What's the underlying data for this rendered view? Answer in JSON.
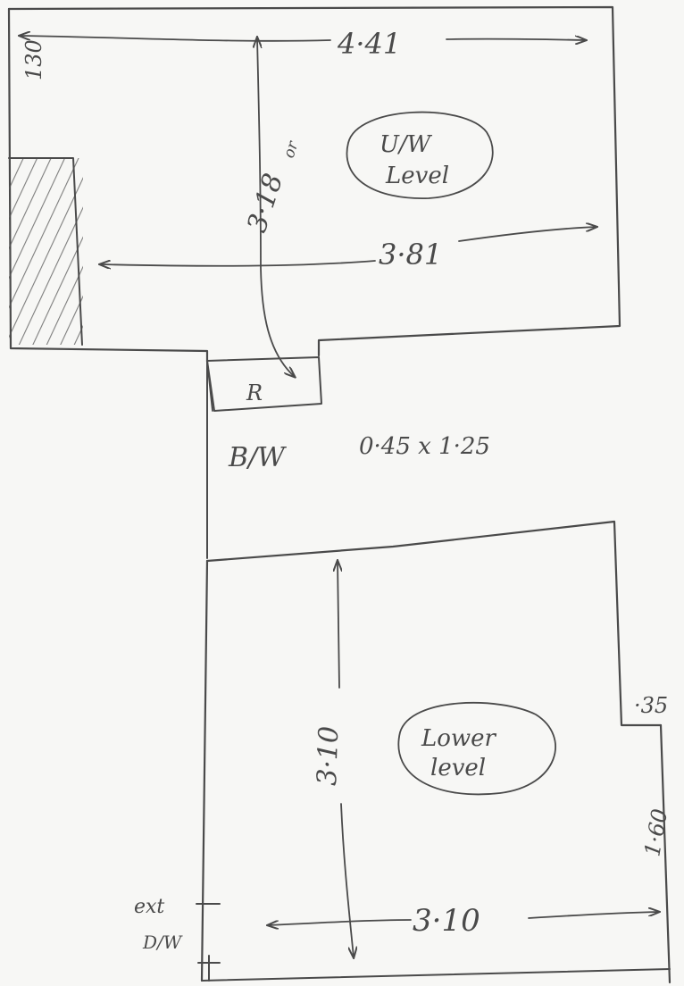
{
  "upper": {
    "level_line1": "U/W",
    "level_line2": "Level",
    "width_top": "4·41",
    "width_mid": "3·81",
    "depth": "3·18",
    "depth_note": "or",
    "left_depth": "130"
  },
  "stair": {
    "mark": "R",
    "label": "B/W",
    "size": "0·45 x 1·25"
  },
  "lower": {
    "level_line1": "Lower",
    "level_line2": "level",
    "depth": "3·10",
    "width_bottom": "3·10",
    "step": "·35",
    "right_depth": "1·60",
    "door_line1": "ext",
    "door_line2": "D/W"
  },
  "colors": {
    "ink": "#4a4a4a",
    "paper": "#f7f7f5"
  }
}
